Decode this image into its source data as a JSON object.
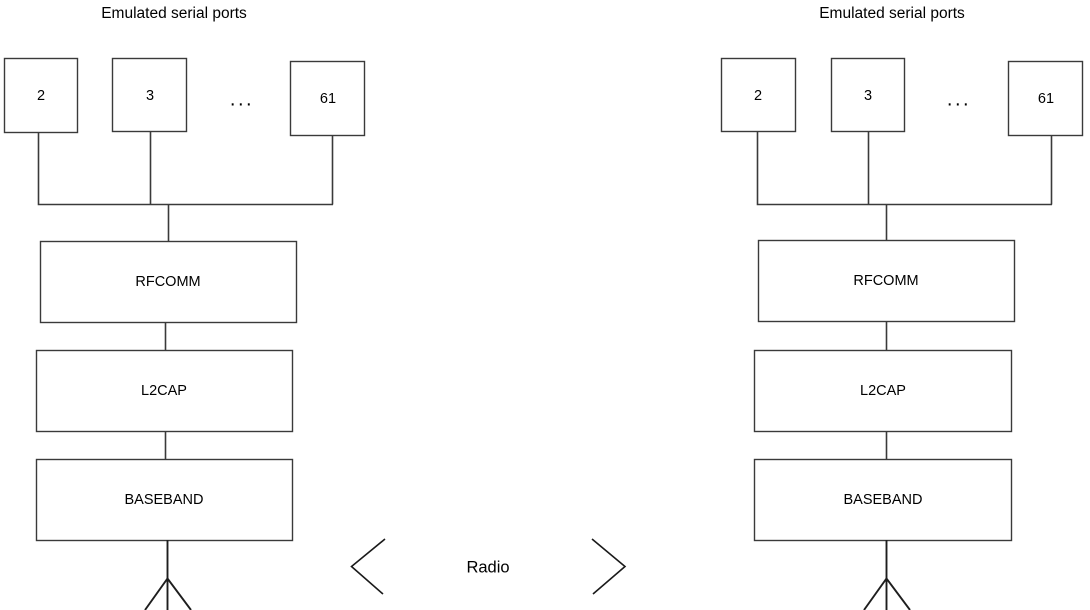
{
  "diagram": {
    "title_left": "Emulated serial ports",
    "title_right": "Emulated serial ports",
    "radio_label": "Radio",
    "ellipsis": "...",
    "colors": {
      "background": "#ffffff",
      "stroke": "#3a3a3a",
      "text": "#000000",
      "antenna": "#1e1e1e"
    },
    "stacks": [
      {
        "id": "left",
        "heading": "Emulated serial ports",
        "ports": [
          {
            "label": "2"
          },
          {
            "label": "3"
          },
          {
            "label": "61"
          }
        ],
        "ellipsis": "...",
        "layers": [
          {
            "label": "RFCOMM"
          },
          {
            "label": "L2CAP"
          },
          {
            "label": "BASEBAND"
          }
        ],
        "antenna": "antenna-icon"
      },
      {
        "id": "right",
        "heading": "Emulated serial ports",
        "ports": [
          {
            "label": "2"
          },
          {
            "label": "3"
          },
          {
            "label": "61"
          }
        ],
        "ellipsis": "...",
        "layers": [
          {
            "label": "RFCOMM"
          },
          {
            "label": "L2CAP"
          },
          {
            "label": "BASEBAND"
          }
        ],
        "antenna": "antenna-icon"
      }
    ],
    "link": {
      "label": "Radio",
      "left_chevron": "chevron-left-icon",
      "right_chevron": "chevron-right-icon"
    }
  }
}
